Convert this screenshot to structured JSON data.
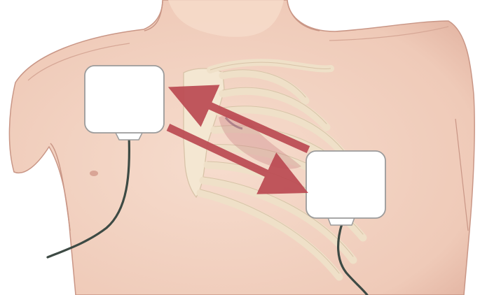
{
  "figure": {
    "subject": "defibrillator-pad-placement",
    "pads": [
      {
        "label": "",
        "position": "right-upper-chest"
      },
      {
        "label": "",
        "position": "left-lower-chest-apex"
      }
    ],
    "arrows": [
      {
        "direction": "apex-to-upper-right"
      },
      {
        "direction": "upper-right-to-apex"
      }
    ]
  },
  "colors": {
    "background": "#ffffff",
    "skin": "#f2d2c2",
    "skin_shadow": "#dcaf9c",
    "body_outline": "#c99686",
    "bone": "#f4e7d2",
    "bone_outline": "#d8c3a8",
    "heart": "#c97f80",
    "pad_fill": "#ffffff",
    "pad_outline": "#9b9b9b",
    "cable": "#3d4a44",
    "arrow": "#bb4a52"
  }
}
